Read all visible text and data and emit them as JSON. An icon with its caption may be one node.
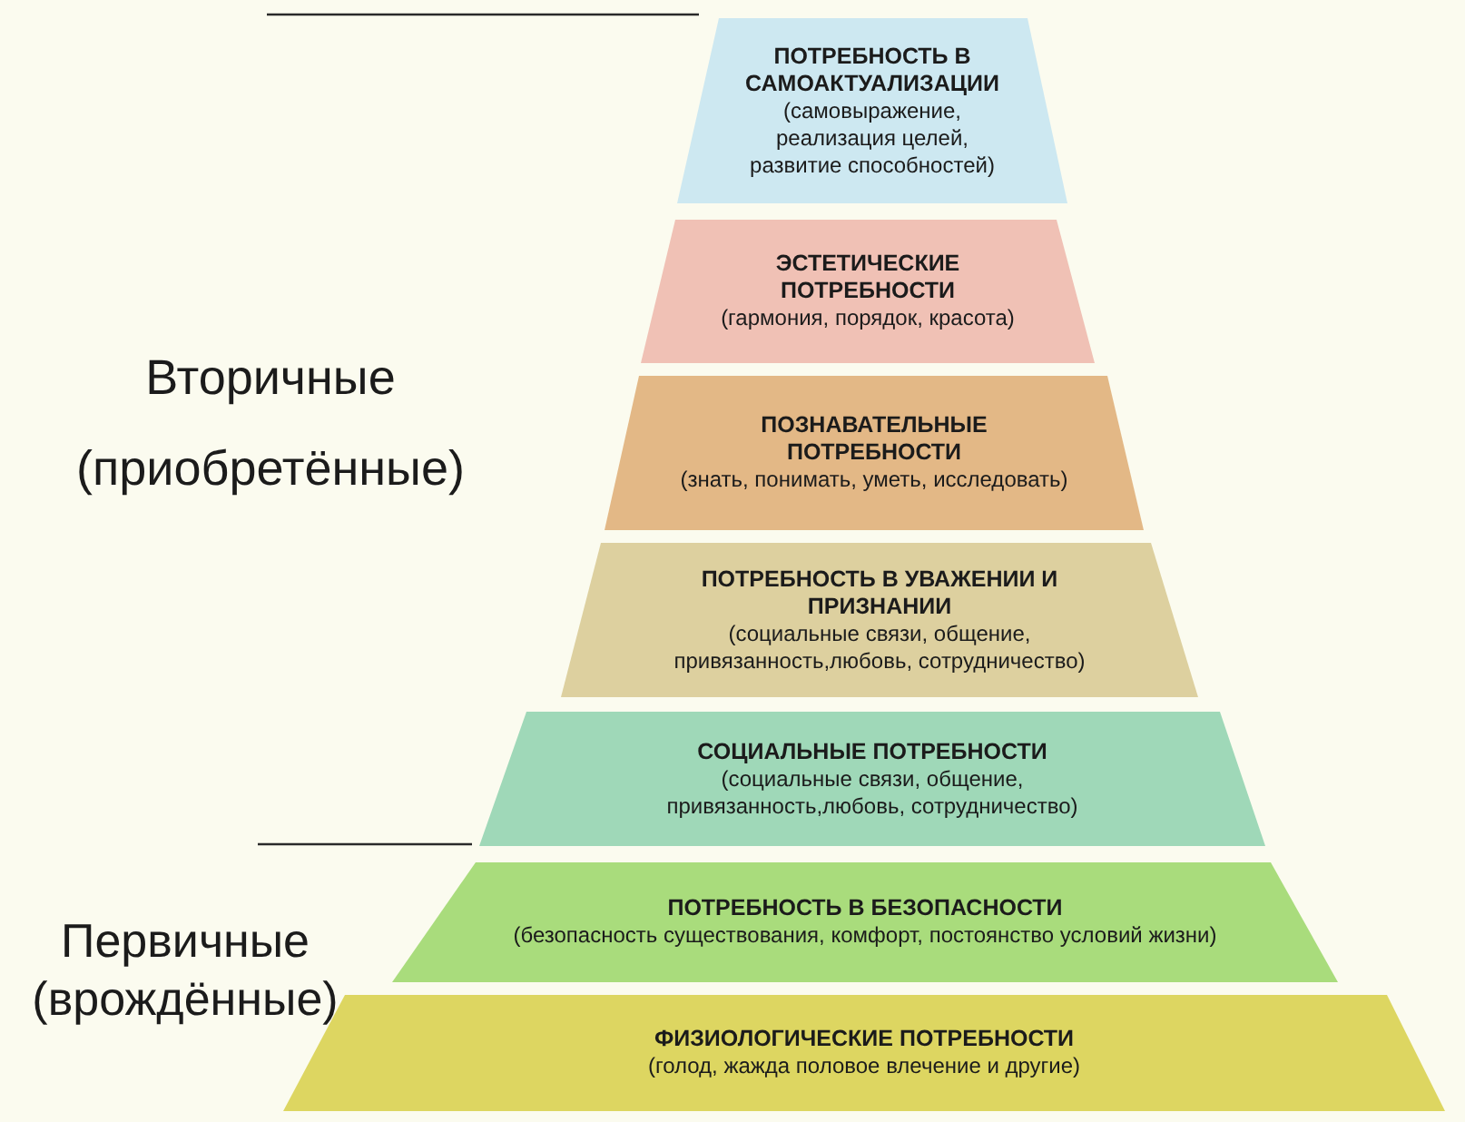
{
  "diagram": {
    "nodes": [
      {
        "text": [
          "ПОТРЕБНОСТЬ В САМОАКТУАЛИЗАЦИИ",
          "(самовыражение, реализация целей, развитие способностей)"
        ]
      },
      {
        "text": [
          "ЭСТЕТИЧЕСКИЕ ПОТРЕБНОСТИ",
          "(гармония, порядок, красота)"
        ]
      },
      {
        "text": [
          "ПОЗНАВАТЕЛЬНЫЕ ПОТРЕБНОСТИ",
          "(знать, понимать, уметь, исследовать)"
        ]
      },
      {
        "text": [
          "ПОТРЕБНОСТЬ В УВАЖЕНИИ И ПРИЗНАНИИ",
          "(социальные связи, общение, привязанность,любовь, сотрудничество)"
        ]
      },
      {
        "text": [
          "СОЦИАЛЬНЫЕ ПОТРЕБНОСТИ",
          "(социальные связи, общение, привязанность,любовь, сотрудничество)"
        ]
      },
      {
        "text": [
          "ПОТРЕБНОСТЬ В БЕЗОПАСНОСТИ",
          "(безопасность существования, комфорт, постоянство условий жизни)"
        ]
      },
      {
        "text": [
          "ФИЗИОЛОГИЧЕСКИЕ ПОТРЕБНОСТИ",
          "(голод, жажда половое влечение и другие)"
        ]
      }
    ],
    "labels": [
      "Вторичные (приобретённые)",
      "Первичные (врождённые)"
    ]
  }
}
